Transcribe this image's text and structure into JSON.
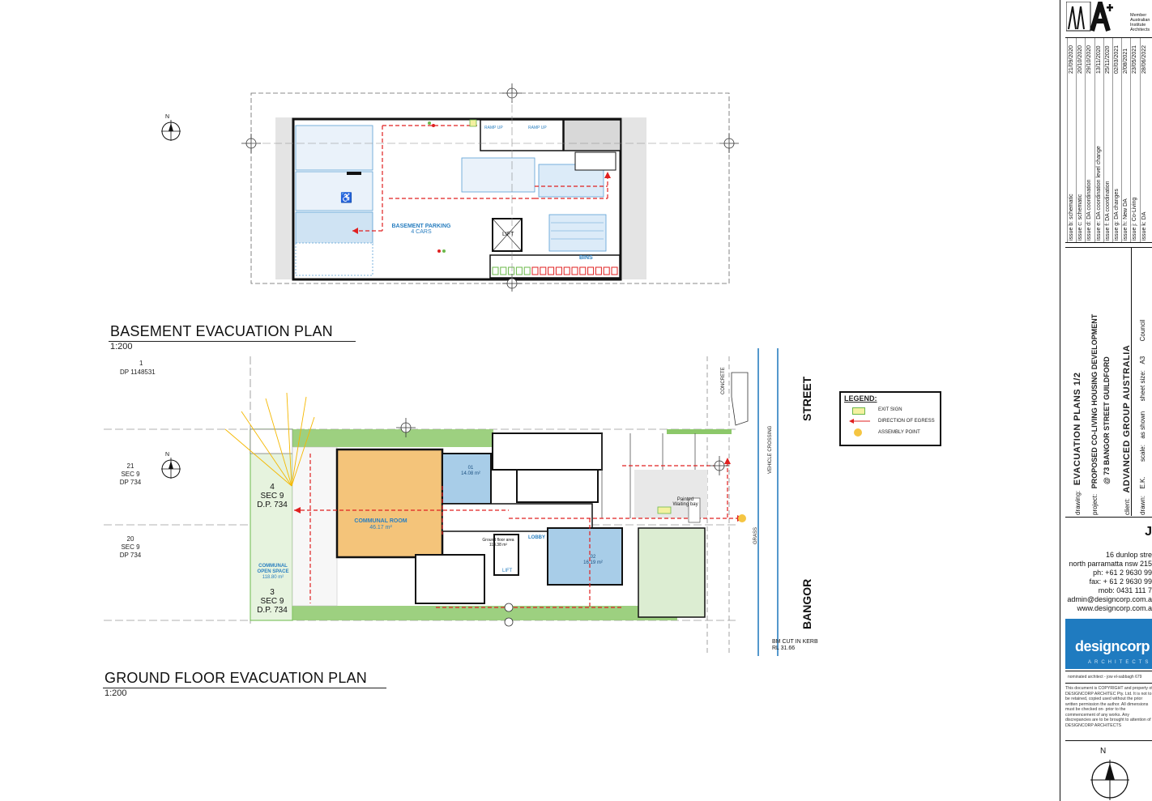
{
  "basement": {
    "title": "BASEMENT EVACUATION PLAN",
    "scale": "1:200",
    "parking_label": "BASEMENT PARKING",
    "parking_cars": "4 CARS",
    "lift_label": "LIFT",
    "bins_label": "BINS",
    "ramp_label_1": "RAMP UP",
    "ramp_label_2": "RAMP UP"
  },
  "ground": {
    "title": "GROUND FLOOR EVACUATION PLAN",
    "scale": "1:200",
    "lot_1": "1",
    "dp_1": "DP 1148531",
    "lot_21": "21",
    "sec_21": "SEC 9",
    "dp_21": "DP 734",
    "lot_20": "20",
    "sec_20": "SEC 9",
    "dp_20": "DP 734",
    "lot_4": "4",
    "sec_4": "SEC 9",
    "dp_4": "D.P. 734",
    "lot_3": "3",
    "sec_3": "SEC 9",
    "dp_3": "D.P. 734",
    "communal_room": "COMMUNAL ROOM",
    "communal_room_area": "46.17 m²",
    "communal_open_space": "COMMUNAL OPEN SPACE",
    "communal_open_area": "118.80 m²",
    "room_01": "01",
    "room_01_area": "14.08 m²",
    "room_02": "02",
    "room_02_area": "16.19 m²",
    "lobby": "LOBBY",
    "lift": "LIFT",
    "ground_area": "Ground floor area",
    "ground_area_val": "113.38 m²",
    "waiting_bay": "Painted Waiting bay",
    "concrete": "CONCRETE",
    "vehicle_crossing": "VEHICLE CROSSING",
    "grass": "GRASS",
    "street_word_1": "STREET",
    "street_word_2": "BANGOR",
    "bm_label": "BM CUT IN KERB",
    "bm_rl": "RL 31.66"
  },
  "legend": {
    "title": "LEGEND:",
    "items": [
      "EXIT SIGN",
      "DIRECTION OF EGRESS",
      "ASSEMBLY POINT"
    ]
  },
  "title_block": {
    "member_text": [
      "Member",
      "Australian",
      "Institute",
      "Architects"
    ],
    "issues": [
      {
        "label": "issue k:",
        "desc": "DA",
        "date": "28/06/2022"
      },
      {
        "label": "issue j:",
        "desc": "Co-Living",
        "date": "23/05/2021"
      },
      {
        "label": "issue h:",
        "desc": "New DA",
        "date": "2/08/2021"
      },
      {
        "label": "issue g:",
        "desc": "DA changes",
        "date": "02/03/2021"
      },
      {
        "label": "issue f:",
        "desc": "DA coordination",
        "date": "25/11/2020"
      },
      {
        "label": "issue e:",
        "desc": "DA coordination level change",
        "date": "13/11/2020"
      },
      {
        "label": "issue d:",
        "desc": "DA coordination",
        "date": "29/10/2020"
      },
      {
        "label": "issue c:",
        "desc": "schematic",
        "date": "20/10/2020"
      },
      {
        "label": "issue b:",
        "desc": "schematic",
        "date": "21/09/2020"
      }
    ],
    "drawing_label": "drawing:",
    "drawing": "EVACUATION PLANS 1/2",
    "project_label": "project:",
    "project_1": "PROPOSED CO-LIVING HOUSING DEVELOPMENT",
    "project_2": "@ 73 BANGOR STREET GUILDFORD",
    "client_label": "client:",
    "client": "ADVANCED GROUP AUSTRALIA",
    "drawn_label": "drawn:",
    "drawn": "E.K.",
    "scale_label": "scale:",
    "scale": "as shown",
    "sheet_label": "sheet size:",
    "sheet": "A3",
    "council": "Council",
    "address": [
      "16 dunlop stre",
      "north parramatta nsw 215",
      "ph: +61 2 9630 99",
      "fax: + 61 2 9630 99",
      "mob: 0431 111 7",
      "admin@designcorp.com.a",
      "www.designcorp.com.a"
    ],
    "brand": "designcorp",
    "brand_sub": "ARCHITECTS",
    "nominated": "nominated architect - jow el-sabbagh 679",
    "copyright": "This document is COPYRIGHT and property of DESIGNCORP ARCHITEC Pty. Ltd. It is not to be retained, copied used without the prior written permission the author. All dimensions must be checked on- prior to the commencement of any works. Any discrepancies are to be brought to attention of DESIGNCORP ARCHITECTS",
    "north": "N"
  },
  "colors": {
    "wall": "#111111",
    "egress": "#e02020",
    "blue_fill": "#a8cde8",
    "orange_fill": "#f4c47a",
    "green": "#6bb84a",
    "brand_blue": "#1f7bc0",
    "assembly": "#f5c542"
  }
}
